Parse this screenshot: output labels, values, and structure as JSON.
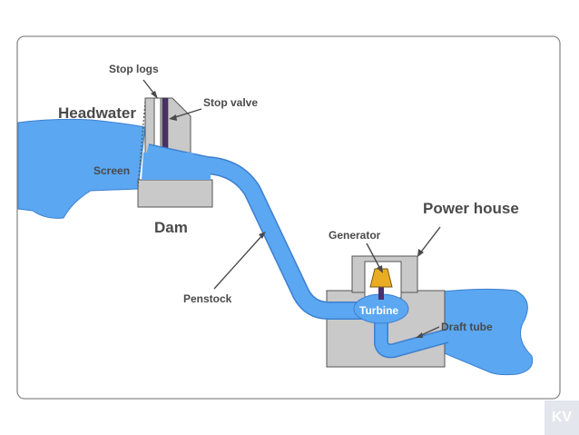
{
  "labels": {
    "stop_logs": "Stop logs",
    "stop_valve": "Stop valve",
    "headwater": "Headwater",
    "screen": "Screen",
    "dam": "Dam",
    "power_house": "Power house",
    "generator": "Generator",
    "penstock": "Penstock",
    "turbine": "Turbine",
    "draft_tube": "Draft tube"
  },
  "badge": "KV",
  "colors": {
    "water": "#5ba7f2",
    "water_outline": "#3d7fd0",
    "structure": "#c9c9c9",
    "structure_outline": "#555555",
    "generator": "#e8ad22",
    "valve": "#4a2f6b",
    "text": "#4a4a4a"
  }
}
